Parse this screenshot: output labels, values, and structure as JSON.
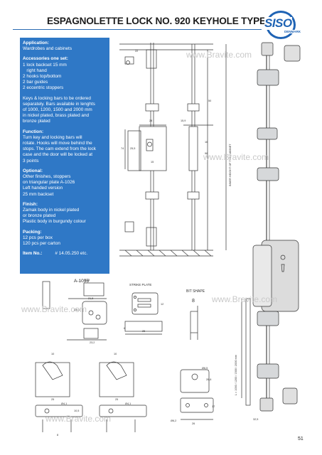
{
  "header": {
    "title": "ESPAGNOLETTE LOCK NO. 920 KEYHOLE TYPE",
    "logo_word": "SISO",
    "logo_sub": "DENMARK"
  },
  "colors": {
    "accent": "#2f78c6",
    "brand": "#1f63b4"
  },
  "info": {
    "application_h": "Application:",
    "application": "Wardrobes and cabinets",
    "accessories_h": "Accessories one set:",
    "accessories": [
      "1 lock backset 15 mm",
      "   right hand",
      "2 hooks top/bottom",
      "2 bar guides",
      "2 eccentric stoppers"
    ],
    "keys": [
      "Keys & locking bars to be ordered",
      "separately. Bars available in lenghts",
      "of 1000, 1200, 1500 and 2000 mm",
      "in nickel plated, brass plated and",
      "bronze plated"
    ],
    "function_h": "Function:",
    "function": [
      "Turn key and locking bars will",
      "rotate. Hooks will move behind the",
      "stops. The cam extend from the lock",
      "case and the door will be locked at",
      "3 points"
    ],
    "optional_h": "Optional:",
    "optional": [
      "Other finishes, stoppers",
      "on triangular plate A-1026",
      "Left handed version",
      "25 mm backset"
    ],
    "finish_h": "Finish:",
    "finish": [
      "Zamak body in nickel plated",
      "or bronze plated",
      "Plastic body in burgundy colour"
    ],
    "packing_h": "Packing:",
    "packing": [
      "12 pcs per box",
      "120 pcs per carton"
    ],
    "item_label": "Item No.:",
    "item_value": "# 14.05.250 etc."
  },
  "drawing_labels": {
    "a1036": "A-1036",
    "strike_plate": "STRIKE PLATE",
    "bit_shape": "BIT SHAPE",
    "inner_height": "INNER HEIGHT OF THE CABINET",
    "bar_lengths": "L = 1000 / 1200 / 1500 / 2000 mm",
    "dims": {
      "d22": "22",
      "d28": "28",
      "d74": "74",
      "d255": "25,5",
      "d15": "15",
      "d159": "15,9",
      "d16": "16",
      "d98": "98",
      "d50": "50",
      "d75": "Ø7,5",
      "d215": "21,5",
      "d66": "Ø6,6",
      "d232": "23,2",
      "d6": "6",
      "d12": "12",
      "d25": "25",
      "d8": "8",
      "d10": "10",
      "d29": "29",
      "d26": "26",
      "d24": "24",
      "d41": "Ø4,1",
      "d105": "10,5",
      "d65": "Ø6,5",
      "d266": "26,6",
      "d17": "17",
      "d35": "35",
      "d325": "32,5",
      "d62": "Ø6,2"
    }
  },
  "watermark": "www.Bravite.com",
  "page_number": "51"
}
